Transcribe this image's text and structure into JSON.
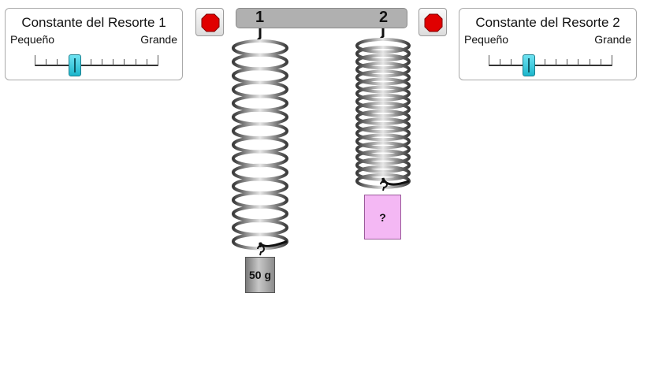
{
  "spring1_panel": {
    "title": "Constante del Resorte 1",
    "small_label": "Pequeño",
    "large_label": "Grande",
    "value": 0.33
  },
  "spring2_panel": {
    "title": "Constante del Resorte 2",
    "small_label": "Pequeño",
    "large_label": "Grande",
    "value": 0.33
  },
  "stop_buttons": [
    "stop-icon",
    "stop-icon"
  ],
  "bar": {
    "spring1_label": "1",
    "spring2_label": "2"
  },
  "masses": {
    "mass1_label": "50 g",
    "mass2_label": "?"
  },
  "colors": {
    "slider_thumb": "#2ec8dc",
    "stop_red": "#e00000",
    "mass_unknown": "#f4b8f4",
    "mass_known": "#9a9a9a",
    "bar": "#b0b0b0"
  }
}
